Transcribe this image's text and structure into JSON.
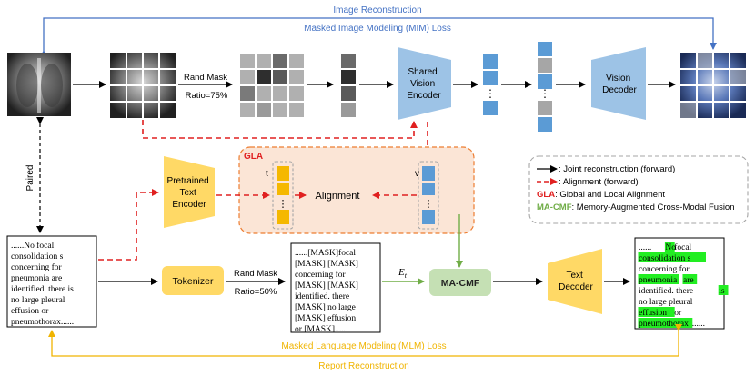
{
  "top": {
    "image_reconstruction": "Image Reconstruction",
    "mim_loss": "Masked Image Modeling (MIM) Loss"
  },
  "image_branch": {
    "rand_mask": "Rand Mask",
    "ratio": "Ratio=75%",
    "shared_encoder": [
      "Shared",
      "Vision",
      "Encoder"
    ],
    "vision_decoder": [
      "Vision",
      "Decoder"
    ],
    "ellipsis": "⋮"
  },
  "gla": {
    "tag": "GLA",
    "t": "t",
    "v": "v",
    "alignment": "Alignment"
  },
  "pretrained_text_encoder": [
    "Pretrained",
    "Text",
    "Encoder"
  ],
  "paired": "Paired",
  "report_input": [
    "......No focal",
    "consolidation s",
    "concerning for",
    "pneumonia are",
    "identified. there is",
    "no large pleural",
    "effusion or",
    "pneumothorax......"
  ],
  "tokenizer": "Tokenizer",
  "text_branch": {
    "rand_mask": "Rand Mask",
    "ratio": "Ratio=50%",
    "et": "E",
    "et_sub": "t"
  },
  "masked_report": [
    "......[MASK]focal",
    "[MASK] [MASK]",
    "concerning for",
    "[MASK] [MASK]",
    "identified. there",
    "[MASK] no large",
    "[MASK] effusion",
    "or [MASK]......"
  ],
  "macmf": "MA-CMF",
  "text_decoder": [
    "Text",
    "Decoder"
  ],
  "output_report": [
    [
      {
        "t": "......",
        "h": false
      },
      {
        "t": "No",
        "h": true
      },
      {
        "t": " focal",
        "h": false
      }
    ],
    [
      {
        "t": "consolidation s",
        "h": true
      }
    ],
    [
      {
        "t": "concerning for",
        "h": false
      }
    ],
    [
      {
        "t": "pneumonia",
        "h": true
      },
      {
        "t": " ",
        "h": false
      },
      {
        "t": "are",
        "h": true
      }
    ],
    [
      {
        "t": "identified. there ",
        "h": false
      },
      {
        "t": "is",
        "h": true
      }
    ],
    [
      {
        "t": "no large pleural",
        "h": false
      }
    ],
    [
      {
        "t": "effusion",
        "h": true
      },
      {
        "t": " or",
        "h": false
      }
    ],
    [
      {
        "t": "pneumothorax",
        "h": true
      },
      {
        "t": "......",
        "h": false
      }
    ]
  ],
  "legend": {
    "joint": ": Joint reconstruction (forward)",
    "alignment": ": Alignment (forward)",
    "gla_key": "GLA",
    "gla_desc": ": Global and Local Alignment",
    "macmf_key": "MA-CMF",
    "macmf_desc": ": Memory-Augmented Cross-Modal Fusion"
  },
  "bottom": {
    "mlm_loss": "Masked Language Modeling (MLM) Loss",
    "report_reconstruction": "Report Reconstruction"
  },
  "colors": {
    "blue_line": "#4472c4",
    "yellow_line": "#f0b400",
    "red": "#e02020",
    "green": "#70ad47",
    "encoder_fill": "#9dc3e6",
    "yellow_fill": "#ffd966",
    "green_fill": "#c5e0b4",
    "gla_fill": "#fbe5d6",
    "highlight": "#22ee22"
  }
}
